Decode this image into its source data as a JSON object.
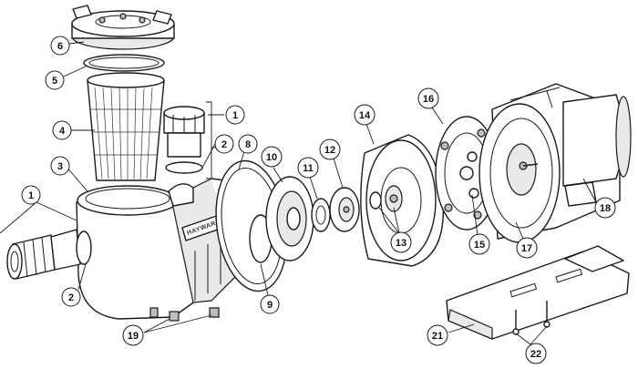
{
  "brand_mark": "HAYWARD",
  "callouts": [
    "1",
    "2",
    "3",
    "4",
    "5",
    "6",
    "1",
    "2",
    "8",
    "9",
    "10",
    "11",
    "12",
    "13",
    "14",
    "15",
    "16",
    "17",
    "18",
    "19",
    "21",
    "22"
  ]
}
